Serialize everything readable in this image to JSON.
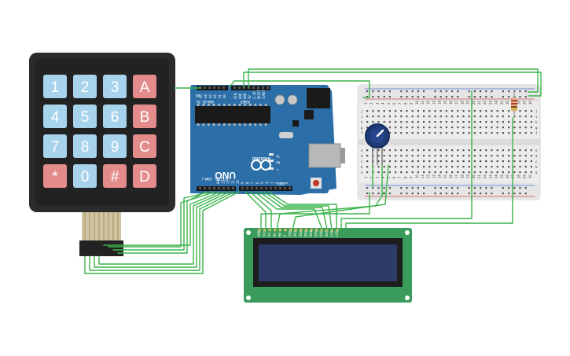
{
  "keypad": {
    "keys": [
      {
        "label": "1",
        "type": "digit"
      },
      {
        "label": "2",
        "type": "digit"
      },
      {
        "label": "3",
        "type": "digit"
      },
      {
        "label": "A",
        "type": "letter"
      },
      {
        "label": "4",
        "type": "digit"
      },
      {
        "label": "5",
        "type": "digit"
      },
      {
        "label": "6",
        "type": "digit"
      },
      {
        "label": "B",
        "type": "letter"
      },
      {
        "label": "7",
        "type": "digit"
      },
      {
        "label": "8",
        "type": "digit"
      },
      {
        "label": "9",
        "type": "digit"
      },
      {
        "label": "C",
        "type": "letter"
      },
      {
        "label": "*",
        "type": "letter"
      },
      {
        "label": "0",
        "type": "digit"
      },
      {
        "label": "#",
        "type": "letter"
      },
      {
        "label": "D",
        "type": "letter"
      }
    ]
  },
  "arduino": {
    "logo": "UNO",
    "brand": "ARDUINO",
    "analog_label": "ANALOG IN",
    "power_label": "POWER",
    "digital_label": "DIGITAL (PWM~)",
    "aref_label": "AREF",
    "on_label": "ON",
    "tx_label": "TX",
    "rx_label": "RX",
    "l_label": "L",
    "analog_pins": [
      "A5",
      "A4",
      "A3",
      "A2",
      "A1",
      "A0"
    ],
    "power_pins": [
      "VIN",
      "GND",
      "GND",
      "5V",
      "3.3V",
      "RESET",
      "IOREF"
    ],
    "digital_pins": [
      "0",
      "1",
      "2",
      "3",
      "4",
      "5",
      "6",
      "7",
      "8",
      "9",
      "10",
      "11",
      "12",
      "13",
      "GND"
    ]
  },
  "lcd": {
    "pins": [
      "GND",
      "VCC",
      "V0",
      "RS",
      "RW",
      "E",
      "DB0",
      "DB1",
      "DB2",
      "DB3",
      "DB4",
      "DB5",
      "DB6",
      "DB7",
      "LED",
      "LED"
    ]
  },
  "breadboard": {
    "column_numbers": [
      "1",
      "2",
      "3",
      "4",
      "5",
      "6",
      "7",
      "8",
      "9",
      "10",
      "11",
      "12",
      "13",
      "14",
      "15",
      "16",
      "17",
      "18",
      "19",
      "20",
      "21",
      "22",
      "23",
      "24",
      "25",
      "26",
      "27",
      "28",
      "29",
      "30"
    ],
    "row_letters_top": [
      "j",
      "i",
      "h",
      "g",
      "f"
    ],
    "row_letters_bottom": [
      "e",
      "d",
      "c",
      "b",
      "a"
    ]
  },
  "colors": {
    "wire": "#3cb44b",
    "board": "#2c6fa8",
    "keypad_body": "#2b2b2b",
    "key_digit": "#a8d3ec",
    "key_letter": "#e48c8c",
    "lcd_pcb": "#3a9c5a",
    "lcd_screen": "#2e3a68",
    "breadboard": "#ececec"
  }
}
